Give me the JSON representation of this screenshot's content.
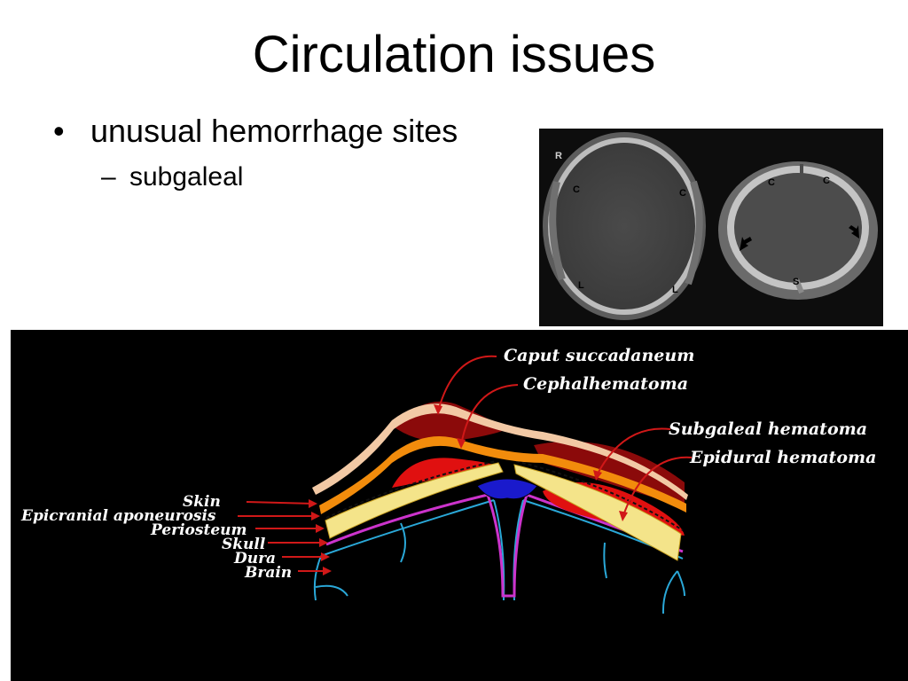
{
  "slide": {
    "title": "Circulation issues",
    "bullets": [
      {
        "text": "unusual hemorrhage sites",
        "sub": [
          "subgaleal"
        ]
      }
    ]
  },
  "ct_image": {
    "letters_left": [
      "R",
      "C",
      "C",
      "L",
      "L"
    ],
    "letters_right": [
      "C",
      "C",
      "S"
    ]
  },
  "diagram": {
    "labels_top": [
      "Caput succadaneum",
      "Cephalhematoma",
      "Subgaleal hematoma",
      "Epidural hematoma"
    ],
    "labels_layers": [
      "Skin",
      "Epicranial aponeurosis",
      "Periosteum",
      "Skull",
      "Dura",
      "Brain"
    ]
  },
  "colors": {
    "skin": "#f2c9a5",
    "aponeurosis": "#f28c0c",
    "hemorrhage": "#e01010",
    "caput": "#8b0a0a",
    "skull": "#f4e48a",
    "dura": "#cc33cc",
    "brain": "#2aa8d8",
    "arrow": "#d01818"
  }
}
